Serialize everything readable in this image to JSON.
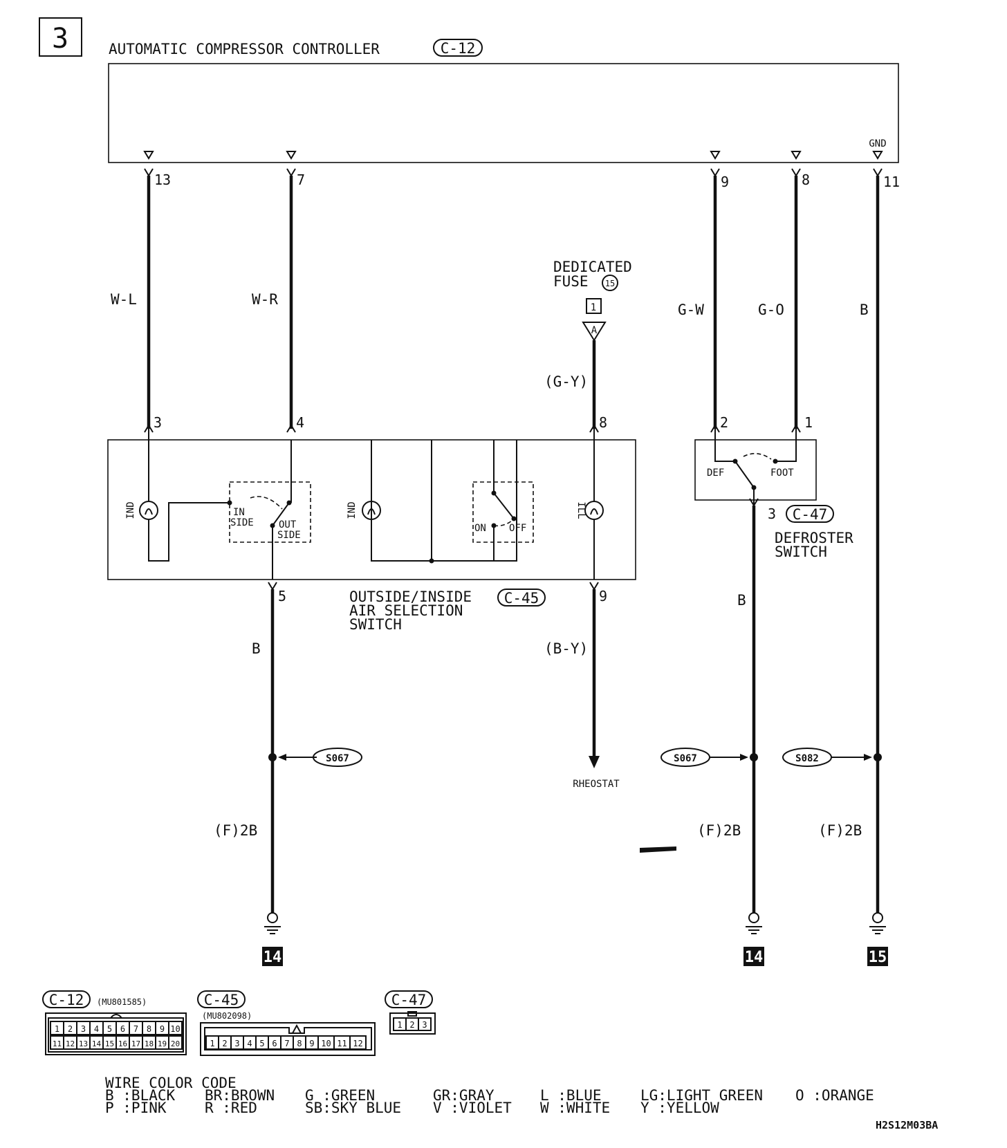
{
  "page_number": "3",
  "controller": {
    "name": "AUTOMATIC COMPRESSOR CONTROLLER",
    "connector": "C-12",
    "gnd_label": "GND"
  },
  "pins_top": [
    "13",
    "7",
    "9",
    "8",
    "11"
  ],
  "wires": {
    "w1": "W-L",
    "w2": "W-R",
    "w3": "G-W",
    "w4": "G-O",
    "w5": "B"
  },
  "fuse": {
    "line1": "DEDICATED",
    "line2": "FUSE",
    "number": "15",
    "box": "1",
    "letter": "A"
  },
  "air_switch": {
    "pins": [
      "3",
      "4",
      "8",
      "5",
      "9"
    ],
    "ind1": "IND",
    "in_side_1": "IN",
    "in_side_2": "SIDE",
    "out_side_1": "OUT",
    "out_side_2": "SIDE",
    "ind2": "IND",
    "on": "ON",
    "off": "OFF",
    "ill": "ILL",
    "name_1": "OUTSIDE/INSIDE",
    "name_2": "AIR SELECTION",
    "name_3": "SWITCH",
    "connector": "C-45"
  },
  "defroster": {
    "pins": [
      "2",
      "1",
      "3"
    ],
    "def": "DEF",
    "foot": "FOOT",
    "name_1": "DEFROSTER",
    "name_2": "SWITCH",
    "connector": "C-47"
  },
  "wire_gy": "(G-Y)",
  "wire_by": "(B-Y)",
  "rheostat": "RHEOSTAT",
  "wire_b_left": "B",
  "wire_b_mid": "B",
  "splices": [
    "S067",
    "S067",
    "S082"
  ],
  "ground_wires": [
    "(F)2B",
    "(F)2B",
    "(F)2B"
  ],
  "ground_points": [
    "14",
    "14",
    "15"
  ],
  "connectors": {
    "c12": {
      "id": "C-12",
      "part": "(MU801585)",
      "row1": [
        "1",
        "2",
        "3",
        "4",
        "5",
        "6",
        "7",
        "8",
        "9",
        "10"
      ],
      "row2": [
        "11",
        "12",
        "13",
        "14",
        "15",
        "16",
        "17",
        "18",
        "19",
        "20"
      ]
    },
    "c45": {
      "id": "C-45",
      "part": "(MU802098)",
      "row": [
        "1",
        "2",
        "3",
        "4",
        "5",
        "6",
        "7",
        "8",
        "9",
        "10",
        "11",
        "12"
      ]
    },
    "c47": {
      "id": "C-47",
      "row": [
        "1",
        "2",
        "3"
      ]
    }
  },
  "color_code": {
    "title": "WIRE COLOR CODE",
    "row1": [
      "B :BLACK",
      "BR:BROWN",
      "G :GREEN",
      "GR:GRAY",
      "L :BLUE",
      "LG:LIGHT GREEN",
      "O :ORANGE"
    ],
    "row2": [
      "P :PINK",
      "R :RED",
      "SB:SKY BLUE",
      "V :VIOLET",
      "W :WHITE",
      "Y :YELLOW"
    ]
  },
  "doc_code": "H2S12M03BA"
}
